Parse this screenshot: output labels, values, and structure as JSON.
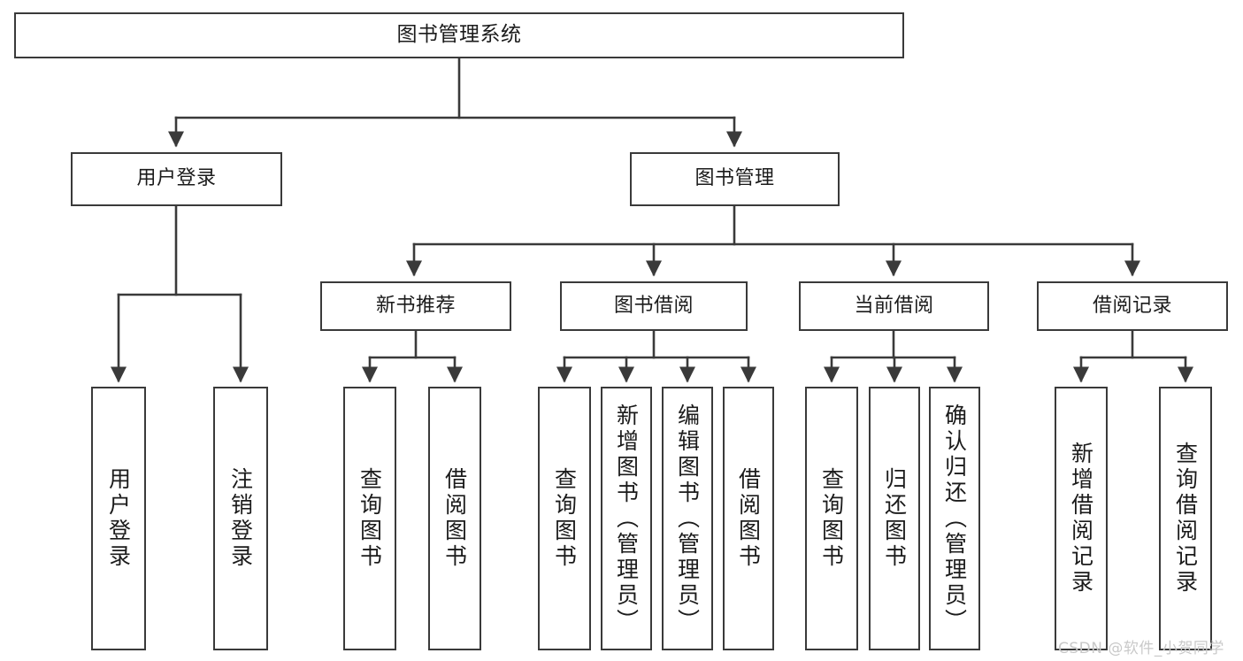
{
  "diagram": {
    "type": "tree-hierarchy",
    "title": "图书管理系统",
    "root": {
      "label": "图书管理系统"
    },
    "level2": [
      {
        "label": "用户登录"
      },
      {
        "label": "图书管理"
      }
    ],
    "level3": [
      {
        "label": "新书推荐"
      },
      {
        "label": "图书借阅"
      },
      {
        "label": "当前借阅"
      },
      {
        "label": "借阅记录"
      }
    ],
    "leaves": [
      {
        "label": "用户登录",
        "parent": "用户登录"
      },
      {
        "label": "注销登录",
        "parent": "用户登录"
      },
      {
        "label": "查询图书",
        "parent": "新书推荐"
      },
      {
        "label": "借阅图书",
        "parent": "新书推荐"
      },
      {
        "label": "查询图书",
        "parent": "图书借阅"
      },
      {
        "label": "新增图书（管理员）",
        "parent": "图书借阅"
      },
      {
        "label": "编辑图书（管理员）",
        "parent": "图书借阅"
      },
      {
        "label": "借阅图书",
        "parent": "图书借阅"
      },
      {
        "label": "查询图书",
        "parent": "当前借阅"
      },
      {
        "label": "归还图书",
        "parent": "当前借阅"
      },
      {
        "label": "确认归还（管理员）",
        "parent": "当前借阅"
      },
      {
        "label": "新增借阅记录",
        "parent": "借阅记录"
      },
      {
        "label": "查询借阅记录",
        "parent": "借阅记录"
      }
    ]
  },
  "watermark": {
    "text": "CSDN @软件_小贺同学"
  },
  "colors": {
    "stroke": "#3a3a3a",
    "fill": "#ffffff",
    "text": "#1b1b1b",
    "watermark": "#c9c9c9"
  }
}
